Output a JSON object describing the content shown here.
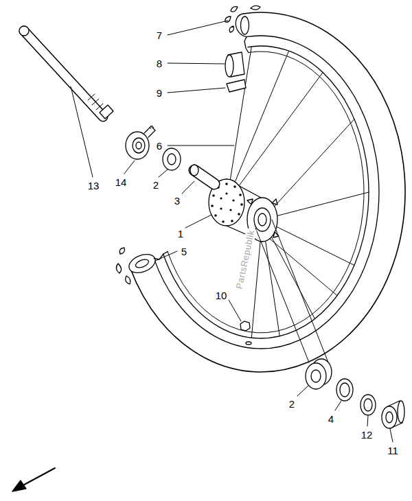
{
  "diagram": {
    "labels": [
      "7",
      "8",
      "9",
      "6",
      "13",
      "14",
      "2",
      "3",
      "1",
      "5",
      "10",
      "PartsRepublik",
      "2",
      "4",
      "12",
      "11"
    ]
  }
}
